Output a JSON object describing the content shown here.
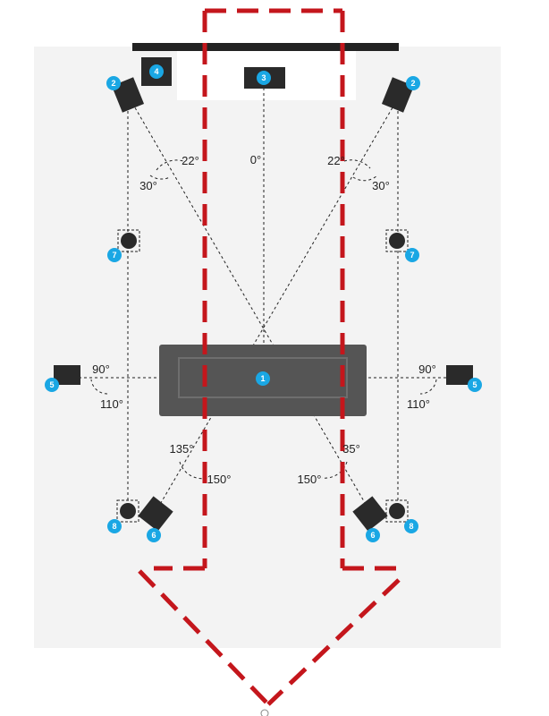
{
  "colors": {
    "page_bg": "#ffffff",
    "room_bg": "#f3f3f3",
    "screen_bar": "#222222",
    "speaker": "#2a2a2a",
    "sofa": "#555555",
    "badge": "#1aa7e4",
    "badge_text": "#ffffff",
    "guide_lines": "#222222",
    "red_outline": "#c4161c"
  },
  "speakers": {
    "center": {
      "number": "1"
    },
    "front_center": {
      "number": "3"
    },
    "subwoofer": {
      "number": "4"
    },
    "front_left": {
      "number": "2"
    },
    "front_right": {
      "number": "2"
    },
    "surround_left": {
      "number": "5"
    },
    "surround_right": {
      "number": "5"
    },
    "height_left": {
      "number": "7"
    },
    "height_right": {
      "number": "7"
    },
    "rear_left": {
      "number": "6"
    },
    "rear_right": {
      "number": "6"
    },
    "back_left": {
      "number": "8"
    },
    "back_right": {
      "number": "8"
    }
  },
  "angles": {
    "zero": "0°",
    "front_22_left": "22°",
    "front_22_right": "22°",
    "front_30_left": "30°",
    "front_30_right": "30°",
    "side_90_left": "90°",
    "side_90_right": "90°",
    "side_110_left": "110°",
    "side_110_right": "110°",
    "rear_135_left": "135°",
    "rear_135_right": "35°",
    "rear_150_left": "150°",
    "rear_150_right": "150°"
  }
}
